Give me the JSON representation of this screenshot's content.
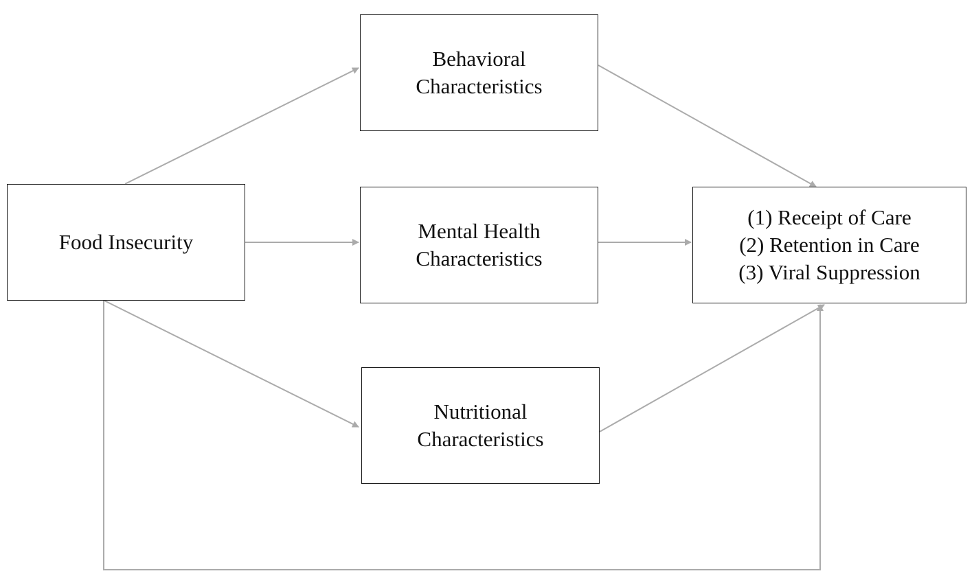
{
  "diagram": {
    "colors": {
      "arrow": "#ababab",
      "box_border": "#1a1a1a",
      "text": "#111111"
    },
    "nodes": {
      "food_insecurity": {
        "lines": [
          "Food Insecurity"
        ]
      },
      "behavioral": {
        "lines": [
          "Behavioral",
          "Characteristics"
        ]
      },
      "mental_health": {
        "lines": [
          "Mental Health",
          "Characteristics"
        ]
      },
      "nutritional": {
        "lines": [
          "Nutritional",
          "Characteristics"
        ]
      },
      "outcomes": {
        "lines": [
          "(1) Receipt of Care",
          "(2) Retention in Care",
          "(3) Viral Suppression"
        ]
      }
    },
    "edges": [
      {
        "from": "food_insecurity",
        "to": "behavioral"
      },
      {
        "from": "food_insecurity",
        "to": "mental_health"
      },
      {
        "from": "food_insecurity",
        "to": "nutritional"
      },
      {
        "from": "behavioral",
        "to": "outcomes"
      },
      {
        "from": "mental_health",
        "to": "outcomes"
      },
      {
        "from": "nutritional",
        "to": "outcomes"
      },
      {
        "from": "food_insecurity",
        "to": "outcomes"
      }
    ]
  }
}
